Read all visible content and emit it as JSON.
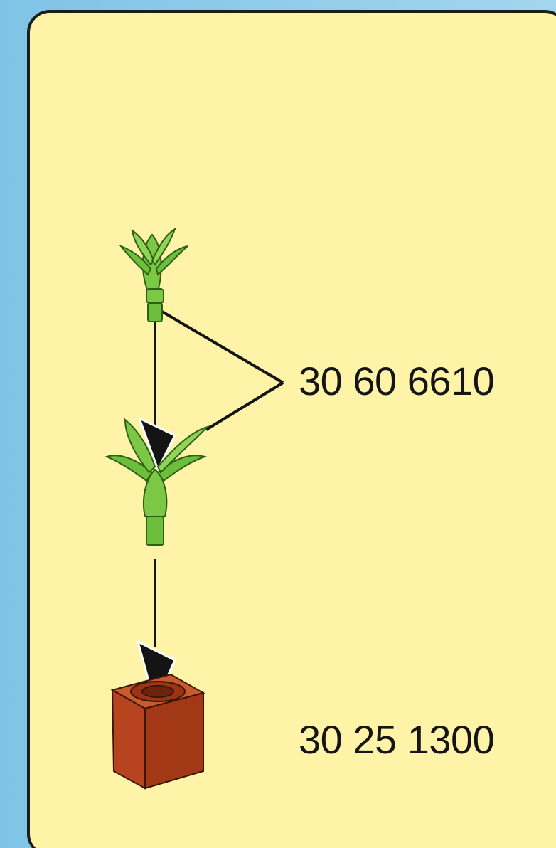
{
  "parts": [
    {
      "id": "plant-leaves",
      "label": "30 60 6610",
      "icon": "plant-leaves-icon",
      "color": "#6cbf3a"
    },
    {
      "id": "flower-pot",
      "label": "30 25 1300",
      "icon": "flower-pot-icon",
      "color": "#b8431f"
    }
  ],
  "colors": {
    "background_left": "#7fc3e6",
    "panel": "#fff3a8",
    "outline": "#1d1d1d"
  }
}
